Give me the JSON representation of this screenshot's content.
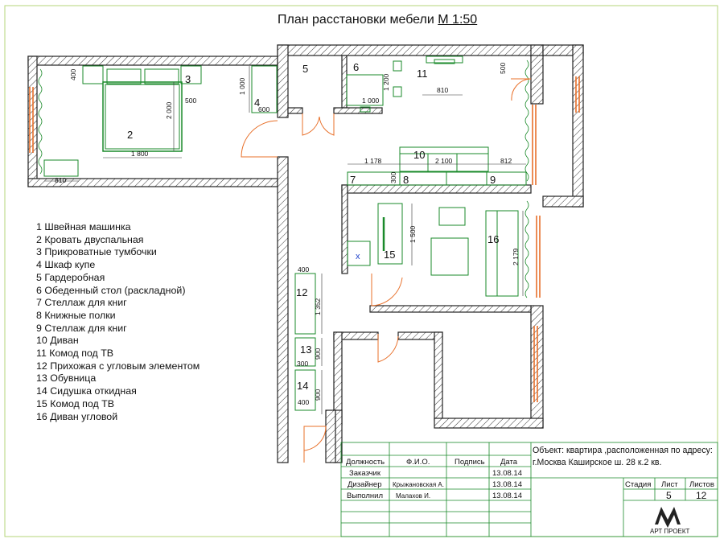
{
  "title": {
    "main": "План расстановки мебели",
    "scale": "М 1:50"
  },
  "legend": [
    "1 Швейная машинка",
    "2 Кровать двуспальная",
    "3 Прикроватные тумбочки",
    "4 Шкаф купе",
    "5 Гардеробная",
    "6 Обеденный стол (раскладной)",
    "7 Стеллаж для книг",
    "8 Книжные полки",
    "9 Стеллаж для книг",
    "10 Диван",
    "11 Комод под ТВ",
    "12 Прихожая с угловым элементом",
    "13 Обувница",
    "14 Сидушка откидная",
    "15 Комод под ТВ",
    "16 Диван угловой"
  ],
  "plan_labels": {
    "n2": "2",
    "n3": "3",
    "n4": "4",
    "n5": "5",
    "n6": "6",
    "n7": "7",
    "n8": "8",
    "n9": "9",
    "n10": "10",
    "n11": "11",
    "n12": "12",
    "n13": "13",
    "n14": "14",
    "n15": "15",
    "n16": "16",
    "x_mark": "x"
  },
  "dimensions": {
    "d400a": "400",
    "d500a": "500",
    "d2000": "2 000",
    "d1800": "1 800",
    "d810a": "810",
    "d1000a": "1 000",
    "d600": "600",
    "d1200": "1 200",
    "d1000b": "1 000",
    "d810b": "810",
    "d500b": "500",
    "d1178": "1 178",
    "d2100": "2 100",
    "d812": "812",
    "d300a": "300",
    "d1500": "1 500",
    "d2179": "2 179",
    "d400b": "400",
    "d1352": "1 352",
    "d900a": "900",
    "d300b": "300",
    "d900b": "900",
    "d400c": "400"
  },
  "stamp": {
    "headers": {
      "position": "Должность",
      "name": "Ф.И.О.",
      "signature": "Подпись",
      "date": "Дата"
    },
    "rows": [
      {
        "role": "Заказчик",
        "name": "",
        "date": "13.08.14"
      },
      {
        "role": "Дизайнер",
        "name": "Крыжановская А.",
        "date": "13.08.14"
      },
      {
        "role": "Выполнил",
        "name": "Малахов И.",
        "date": "13.08.14"
      }
    ],
    "object_line1": "Объект: квартира ,расположенная по адресу:",
    "object_line2": "г.Москва Каширское ш. 28 к.2 кв.",
    "stage_label": "Стадия",
    "sheet_label": "Лист",
    "sheets_label": "Листов",
    "stage_value": "",
    "sheet_value": "5",
    "sheets_value": "12",
    "company": "АРТ ПРОЕКТ"
  },
  "colors": {
    "furniture": "#1a8a2a",
    "window": "#e8702a",
    "door": "#e8702a",
    "wall": "#222222",
    "frame": "#b5d67a"
  }
}
